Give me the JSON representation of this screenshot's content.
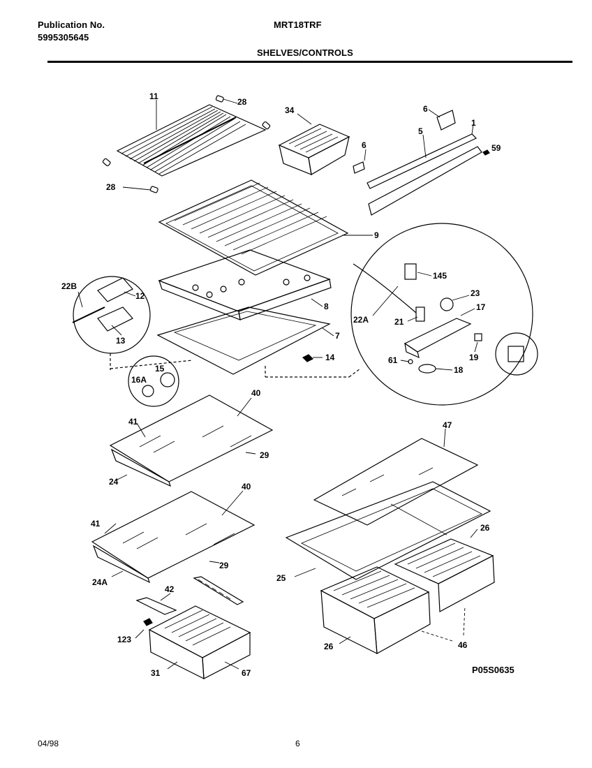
{
  "header": {
    "publication_label": "Publication No.",
    "publication_number": "5995305645",
    "model": "MRT18TRF",
    "section_title": "SHELVES/CONTROLS"
  },
  "diagram": {
    "callouts": {
      "c11": "11",
      "c28a": "28",
      "c28b": "28",
      "c34": "34",
      "c6a": "6",
      "c6b": "6",
      "c5": "5",
      "c1": "1",
      "c59": "59",
      "c9": "9",
      "c8": "8",
      "c7": "7",
      "c14": "14",
      "c22b": "22B",
      "c12": "12",
      "c13": "13",
      "c15": "15",
      "c16a": "16A",
      "c145": "145",
      "c23": "23",
      "c17": "17",
      "c22a": "22A",
      "c21": "21",
      "c61": "61",
      "c18": "18",
      "c19": "19",
      "c40a": "40",
      "c41a": "41",
      "c29a": "29",
      "c24": "24",
      "c40b": "40",
      "c41b": "41",
      "c29b": "29",
      "c24a": "24A",
      "c47": "47",
      "c26a": "26",
      "c25": "25",
      "c26b": "26",
      "c46": "46",
      "c42": "42",
      "c123": "123",
      "c31": "31",
      "c67": "67"
    },
    "reference_code": "P05S0635"
  },
  "footer": {
    "date": "04/98",
    "page": "6"
  }
}
